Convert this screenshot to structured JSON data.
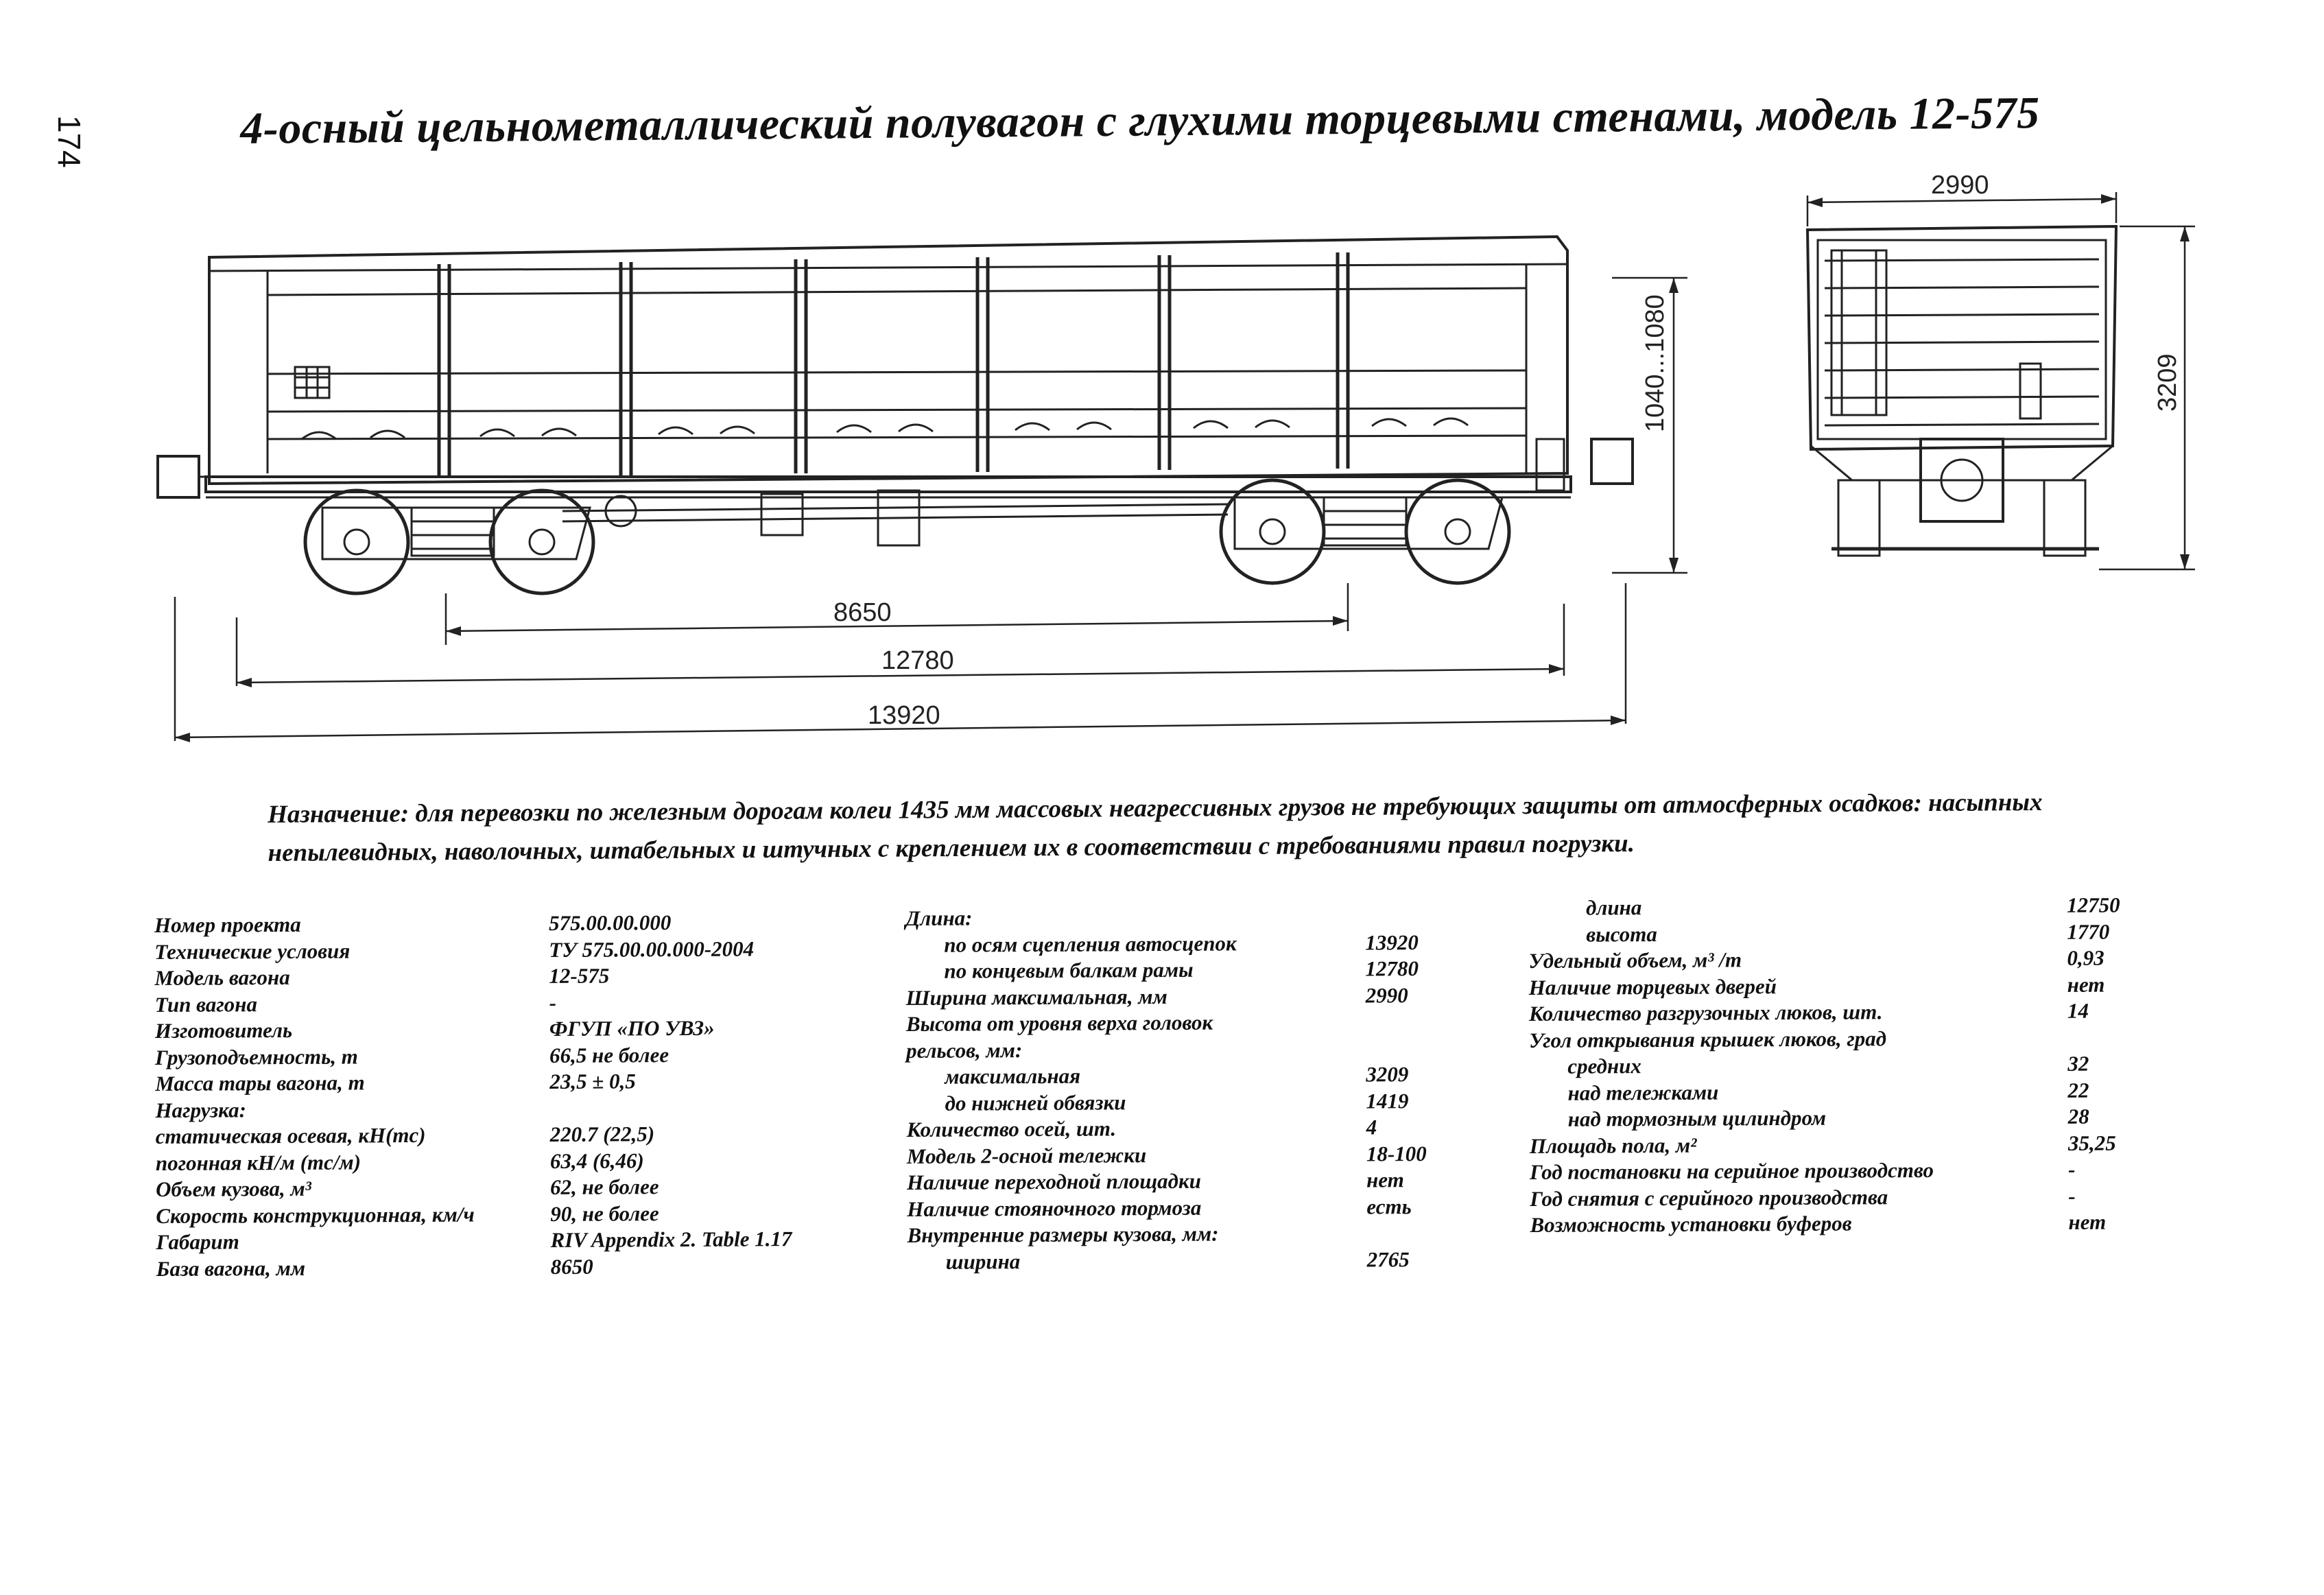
{
  "page_number": "174",
  "title": "4-осный цельнометаллический полувагон с глухими торцевыми стенами, модель 12-575",
  "drawing": {
    "dim_8650": "8650",
    "dim_12780": "12780",
    "dim_13920": "13920",
    "dim_height": "1040...1080",
    "dim_2990": "2990",
    "dim_3209": "3209"
  },
  "purpose": {
    "label": "Назначение:",
    "text": " для перевозки по железным дорогам колеи 1435 мм массовых неагрессивных грузов не требующих защиты от атмосферных осадков: насыпных непылевидных, наволочных, штабельных и штучных с креплением их в соответствии с требованиями правил погрузки."
  },
  "specs_col1": [
    {
      "label": "Номер проекта",
      "value": "575.00.00.000"
    },
    {
      "label": "Технические условия",
      "value": "ТУ 575.00.00.000-2004"
    },
    {
      "label": "Модель вагона",
      "value": "12-575"
    },
    {
      "label": "Тип вагона",
      "value": "-"
    },
    {
      "label": "Изготовитель",
      "value": "ФГУП «ПО УВЗ»"
    },
    {
      "label": "Грузоподъемность, т",
      "value": "66,5 не более"
    },
    {
      "label": "Масса тары вагона, т",
      "value": "23,5 ± 0,5"
    },
    {
      "label": "Нагрузка:",
      "value": ""
    },
    {
      "label": "статическая осевая, кН(тс)",
      "value": "220.7 (22,5)"
    },
    {
      "label": "погонная кН/м (тс/м)",
      "value": "63,4 (6,46)"
    },
    {
      "label": "Объем кузова, м³",
      "value": "62, не более"
    },
    {
      "label": "Скорость конструкционная, км/ч",
      "value": "90, не более"
    },
    {
      "label": "Габарит",
      "value": "RIV Appendix 2. Table 1.17"
    },
    {
      "label": "База вагона, мм",
      "value": "8650"
    }
  ],
  "specs_col2": [
    {
      "label": "Длина:",
      "value": "",
      "indent": 0
    },
    {
      "label": "по осям сцепления автосцепок",
      "value": "13920",
      "indent": 1
    },
    {
      "label": "по концевым балкам рамы",
      "value": "12780",
      "indent": 1
    },
    {
      "label": "Ширина максимальная, мм",
      "value": "2990",
      "indent": 0
    },
    {
      "label": "Высота от уровня верха головок",
      "value": "",
      "indent": 0
    },
    {
      "label": "рельсов, мм:",
      "value": "",
      "indent": 0
    },
    {
      "label": "максимальная",
      "value": "3209",
      "indent": 1
    },
    {
      "label": "до нижней обвязки",
      "value": "1419",
      "indent": 1
    },
    {
      "label": "Количество осей, шт.",
      "value": "4",
      "indent": 0
    },
    {
      "label": "Модель 2-осной тележки",
      "value": "18-100",
      "indent": 0
    },
    {
      "label": "Наличие переходной площадки",
      "value": "нет",
      "indent": 0
    },
    {
      "label": "Наличие стояночного тормоза",
      "value": "есть",
      "indent": 0
    },
    {
      "label": "Внутренние размеры кузова, мм:",
      "value": "",
      "indent": 0
    },
    {
      "label": "ширина",
      "value": "2765",
      "indent": 1
    }
  ],
  "specs_col3": [
    {
      "label": "длина",
      "value": "12750",
      "indent": 2
    },
    {
      "label": "высота",
      "value": "1770",
      "indent": 2
    },
    {
      "label": "Удельный объем, м³ /т",
      "value": "0,93",
      "indent": 0
    },
    {
      "label": "Наличие торцевых дверей",
      "value": "нет",
      "indent": 0
    },
    {
      "label": "Количество разгрузочных люков, шт.",
      "value": "14",
      "indent": 0
    },
    {
      "label": "Угол открывания крышек люков, град",
      "value": "",
      "indent": 0
    },
    {
      "label": "средних",
      "value": "32",
      "indent": 1
    },
    {
      "label": "над тележками",
      "value": "22",
      "indent": 1
    },
    {
      "label": "над тормозным цилиндром",
      "value": "28",
      "indent": 1
    },
    {
      "label": "Площадь пола, м²",
      "value": "35,25",
      "indent": 0
    },
    {
      "label": "Год постановки на серийное производство",
      "value": "-",
      "indent": 0
    },
    {
      "label": "Год снятия с серийного производства",
      "value": "-",
      "indent": 0
    },
    {
      "label": "Возможность установки буферов",
      "value": "нет",
      "indent": 0
    }
  ]
}
